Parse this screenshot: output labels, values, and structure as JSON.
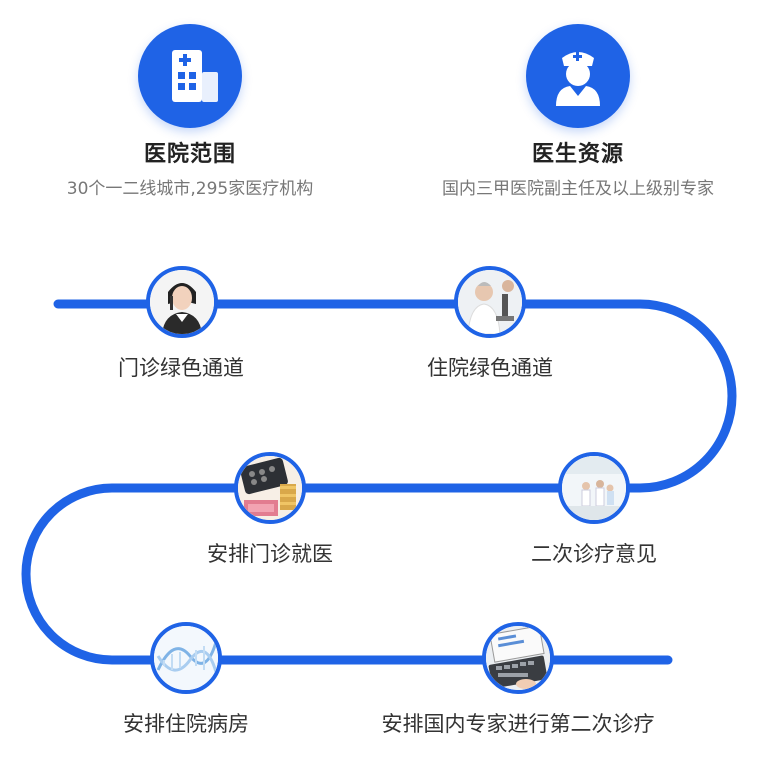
{
  "colors": {
    "accent": "#1f63e6",
    "title": "#222222",
    "subtitle": "#777777"
  },
  "features": [
    {
      "icon": "hospital-building-icon",
      "title": "医院范围",
      "subtitle": "30个一二线城市,295家医疗机构"
    },
    {
      "icon": "nurse-doctor-icon",
      "title": "医生资源",
      "subtitle": "国内三甲医院副主任及以上级别专家"
    }
  ],
  "steps": [
    {
      "icon": "receptionist-photo-icon",
      "label": "门诊绿色通道"
    },
    {
      "icon": "doctor-microscope-photo-icon",
      "label": "住院绿色通道"
    },
    {
      "icon": "medical-staff-photo-icon",
      "label": "二次诊疗意见"
    },
    {
      "icon": "calculator-coins-photo-icon",
      "label": "安排门诊就医"
    },
    {
      "icon": "dna-helix-photo-icon",
      "label": "安排住院病房"
    },
    {
      "icon": "laptop-keyboard-photo-icon",
      "label": "安排国内专家进行第二次诊疗"
    }
  ]
}
